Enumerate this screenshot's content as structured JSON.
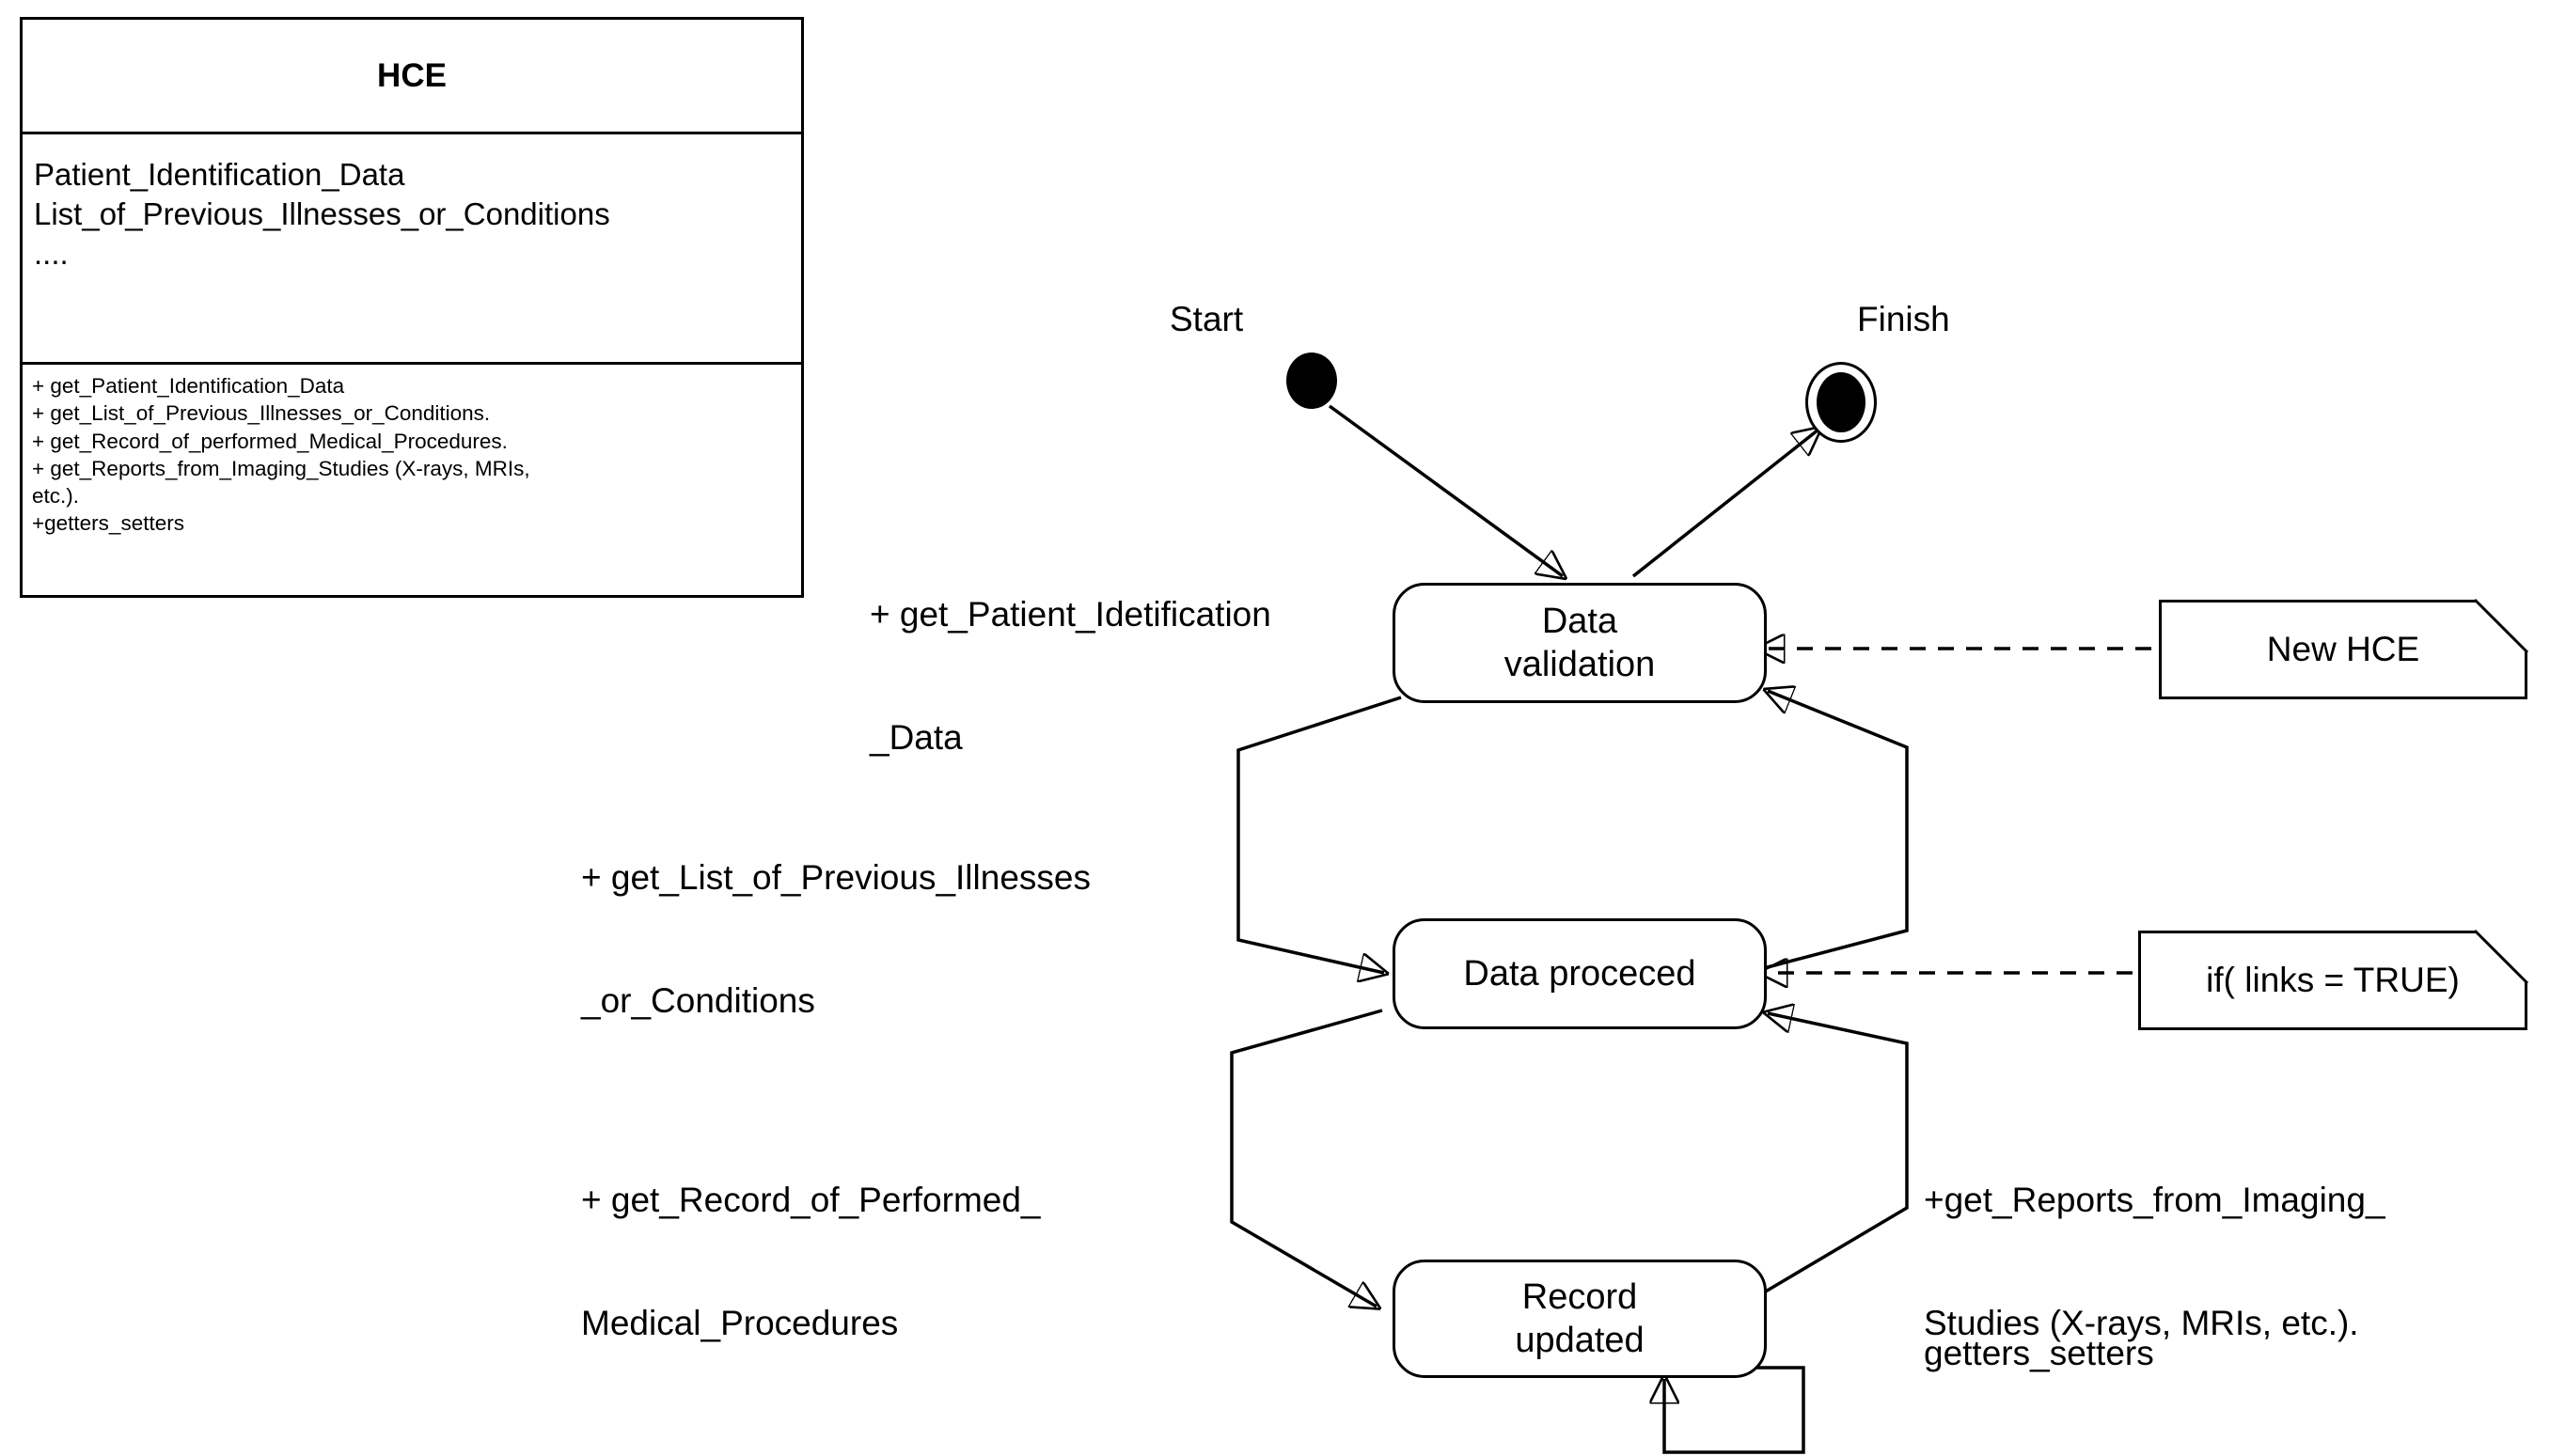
{
  "diagram": {
    "type": "uml-class-and-state-machine",
    "background": "#ffffff",
    "line_color": "#000000"
  },
  "class_box": {
    "name": "HCE",
    "attributes": [
      "Patient_Identification_Data",
      "List_of_Previous_Illnesses_or_Conditions",
      "...."
    ],
    "operations": [
      "+ get_Patient_Identification_Data",
      "+ get_List_of_Previous_Illnesses_or_Conditions.",
      "+ get_Record_of_performed_Medical_Procedures.",
      "+ get_Reports_from_Imaging_Studies (X-rays, MRIs,",
      "etc.).",
      "+getters_setters"
    ]
  },
  "state_machine": {
    "pseudostates": {
      "start_label": "Start",
      "finish_label": "Finish"
    },
    "states": [
      {
        "id": "data-validation",
        "line1": "Data",
        "line2": "validation"
      },
      {
        "id": "data-proceced",
        "line1": "Data proceced",
        "line2": ""
      },
      {
        "id": "record-updated",
        "line1": "Record",
        "line2": "updated"
      }
    ],
    "transition_labels": [
      {
        "id": "t1",
        "line1": "+ get_Patient_Idetification",
        "line2": "_Data"
      },
      {
        "id": "t2",
        "line1": "+ get_List_of_Previous_Illnesses",
        "line2": "_or_Conditions"
      },
      {
        "id": "t3",
        "line1": "+ get_Record_of_Performed_",
        "line2": "Medical_Procedures"
      },
      {
        "id": "t4",
        "line1": "+get_Reports_from_Imaging_",
        "line2": "Studies (X-rays, MRIs, etc.)."
      },
      {
        "id": "t5",
        "line1": "getters_setters",
        "line2": ""
      }
    ],
    "notes": [
      {
        "id": "note-new-hce",
        "text": "New HCE"
      },
      {
        "id": "note-if-links",
        "text": "if( links = TRUE)"
      }
    ]
  }
}
